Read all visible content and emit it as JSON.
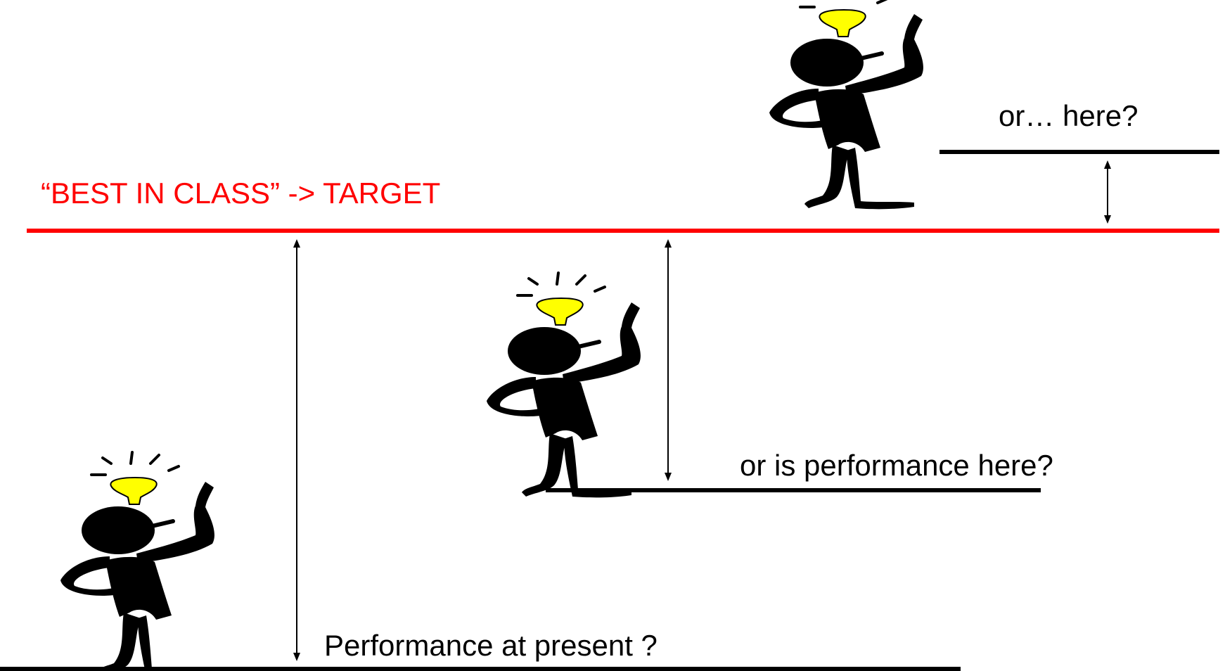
{
  "colors": {
    "target_line": "#ff0000",
    "target_text": "#ff0000",
    "level_line": "#000000",
    "text": "#000000",
    "figure": "#000000",
    "bulb": "#ffff00"
  },
  "labels": {
    "target": "“BEST IN CLASS” -> TARGET",
    "above_target": "or… here?",
    "mid_level": "or is performance here?",
    "present_level": "Performance at present ?"
  },
  "icons": {
    "figure": "thinking-stick-figure-icon",
    "bulb": "lightbulb-icon",
    "arrow": "double-headed-arrow-icon"
  }
}
